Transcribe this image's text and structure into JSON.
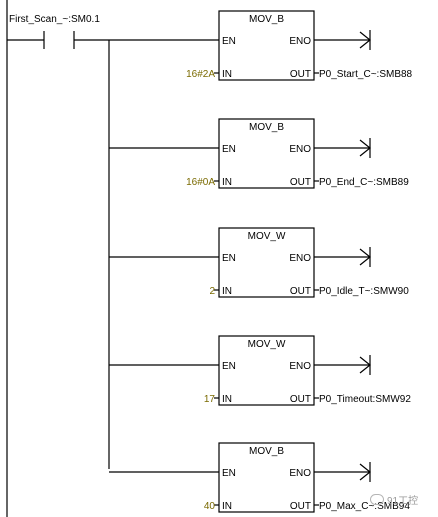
{
  "contact": {
    "label": "First_Scan_~:SM0.1"
  },
  "pins": {
    "en": "EN",
    "eno": "ENO",
    "in": "IN",
    "out": "OUT"
  },
  "boxes": [
    {
      "title": "MOV_B",
      "in_value": "16#2A",
      "out_value": "P0_Start_C~:SMB88"
    },
    {
      "title": "MOV_B",
      "in_value": "16#0A",
      "out_value": "P0_End_C~:SMB89"
    },
    {
      "title": "MOV_W",
      "in_value": "2",
      "out_value": "P0_Idle_T~:SMW90"
    },
    {
      "title": "MOV_W",
      "in_value": "17",
      "out_value": "P0_Timeout:SMW92"
    },
    {
      "title": "MOV_B",
      "in_value": "40",
      "out_value": "P0_Max_C~:SMB94"
    }
  ],
  "watermark": "91工控",
  "colors": {
    "line": "#000000",
    "in_value": "#7a6a00"
  }
}
